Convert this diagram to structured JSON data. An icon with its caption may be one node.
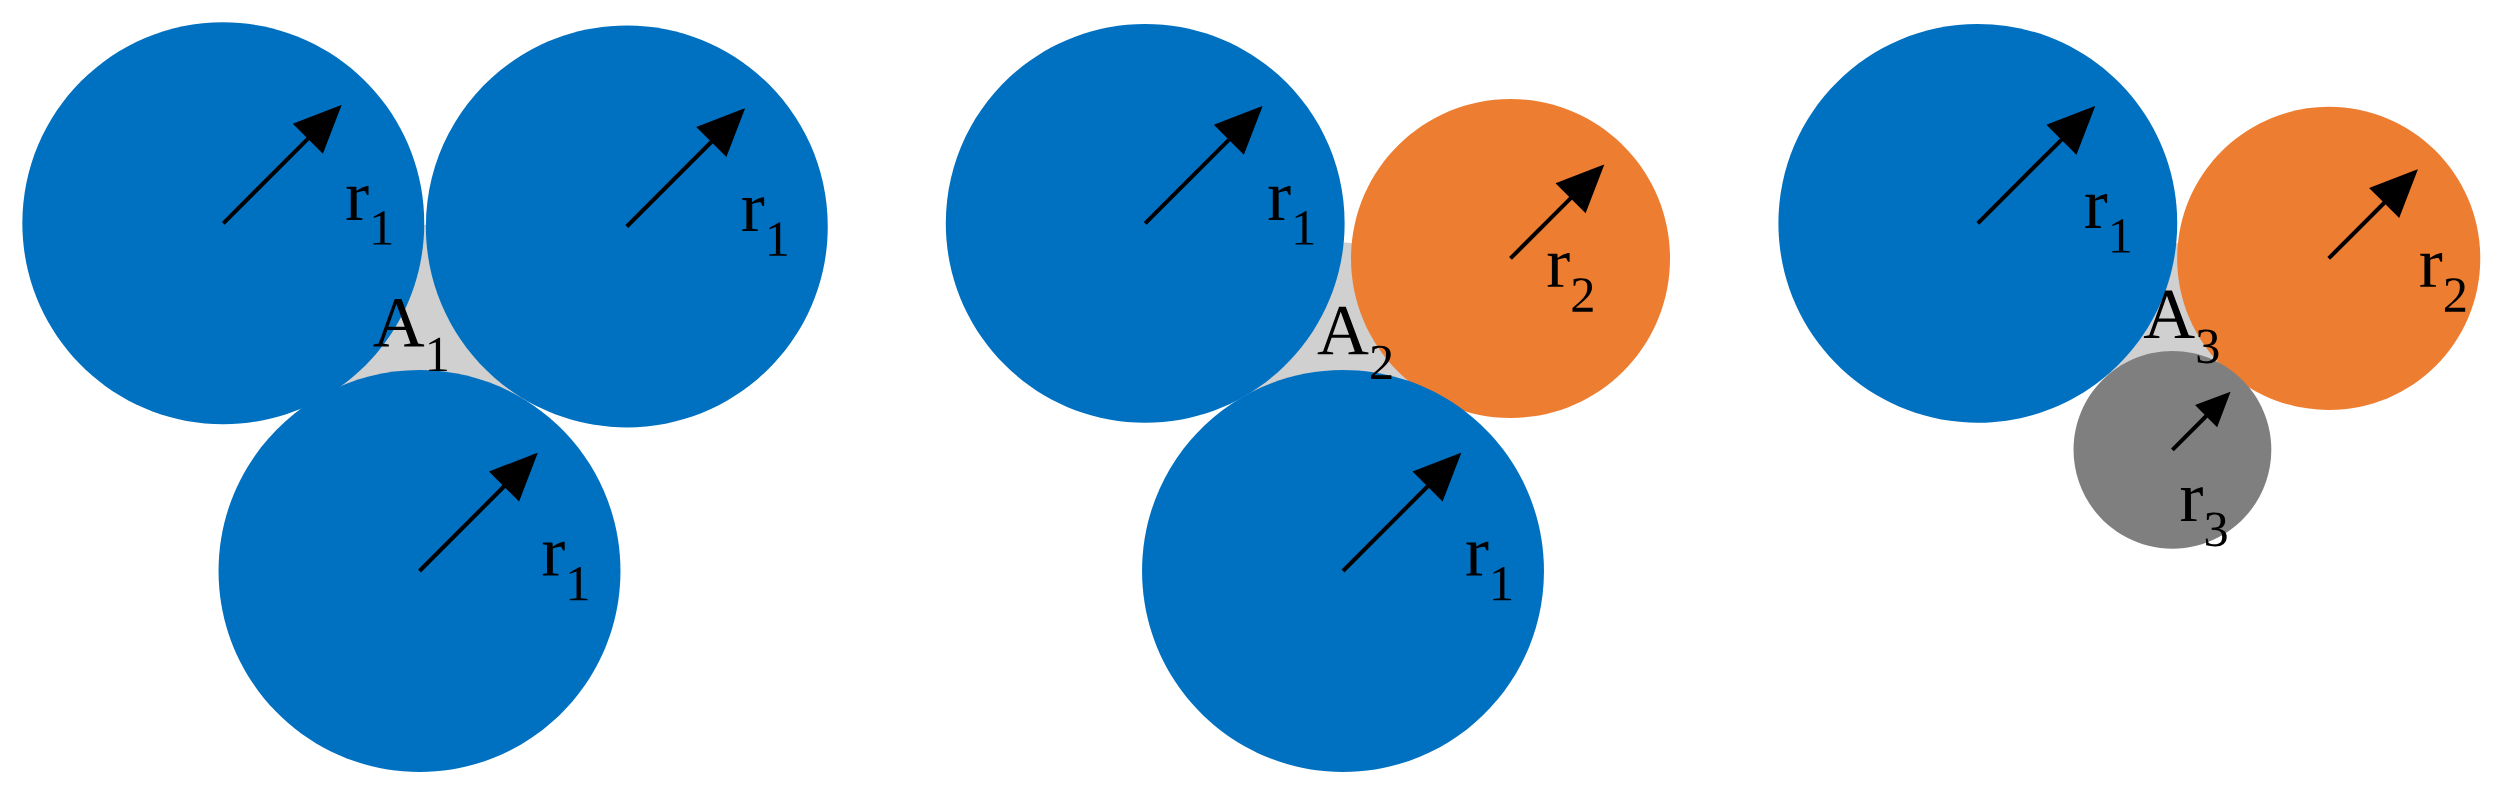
{
  "diagram": {
    "nodes": [
      {
        "text": [
          "r$_{1}$"
        ]
      },
      {
        "text": [
          "r$_{1}$"
        ]
      },
      {
        "text": [
          "r$_{1}$"
        ]
      },
      {
        "text": [
          "r$_{1}$"
        ]
      },
      {
        "text": [
          "r$_{2}$"
        ]
      },
      {
        "text": [
          "r$_{1}$"
        ]
      },
      {
        "text": [
          "r$_{1}$"
        ]
      },
      {
        "text": [
          "r$_{2}$"
        ]
      },
      {
        "text": [
          "r$_{3}$"
        ]
      }
    ],
    "labels": [
      "A$_{1}$",
      "A$_{2}$",
      "A$_{3}$"
    ]
  }
}
